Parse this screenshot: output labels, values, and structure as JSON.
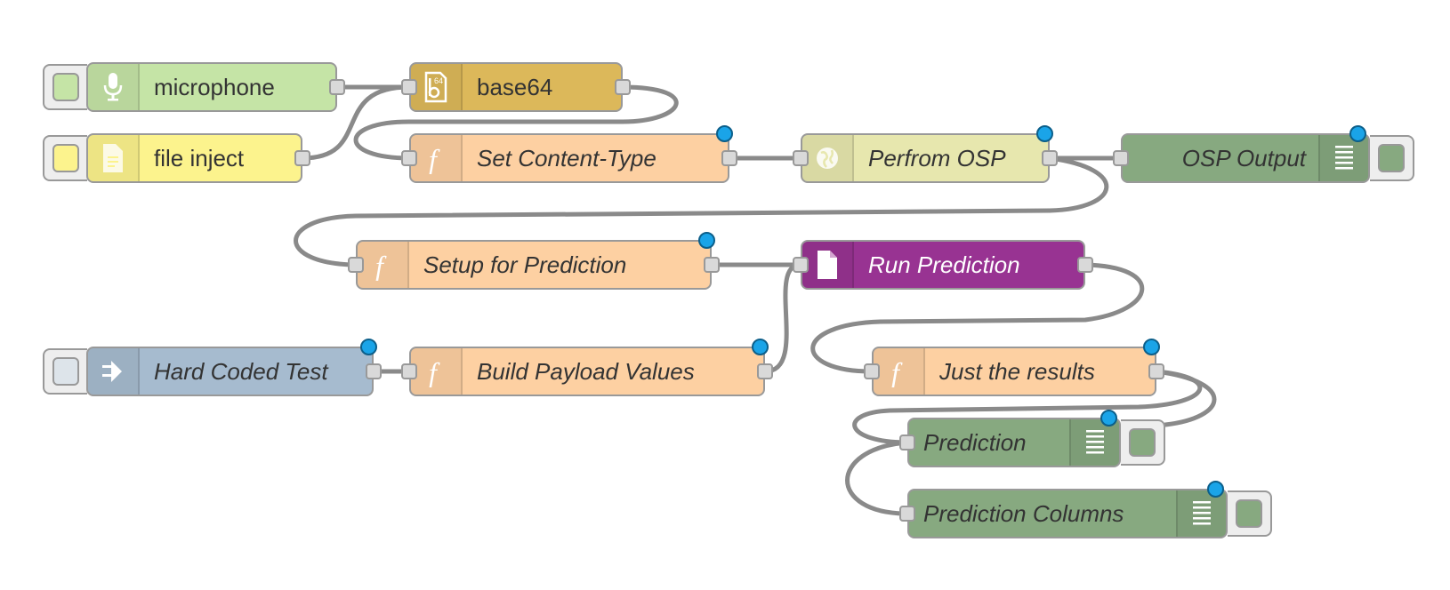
{
  "colors": {
    "microphone": "#c5e4a6",
    "file_inject": "#fcf38d",
    "base64": "#dcb85a",
    "function": "#fdd0a2",
    "http": "#e7e7ae",
    "debug": "#87a980",
    "run_prediction": "#983392",
    "inject_grey": "#a6bbcf",
    "wire": "#8a8a8a",
    "status": "#1aa4e8"
  },
  "nodes": {
    "microphone": {
      "label": "microphone",
      "icon": "microphone-icon"
    },
    "file_inject": {
      "label": "file inject",
      "icon": "file-icon"
    },
    "base64": {
      "label": "base64",
      "icon": "base64-icon"
    },
    "set_content_type": {
      "label": "Set Content-Type",
      "icon": "function-icon"
    },
    "perform_osp": {
      "label": "Perfrom OSP",
      "icon": "globe-icon"
    },
    "osp_output": {
      "label": "OSP Output",
      "icon": "debug-list-icon"
    },
    "setup_prediction": {
      "label": "Setup for Prediction",
      "icon": "function-icon"
    },
    "run_prediction": {
      "label": "Run Prediction",
      "icon": "document-icon"
    },
    "hard_coded_test": {
      "label": "Hard Coded Test",
      "icon": "arrow-in-icon"
    },
    "build_payload": {
      "label": "Build Payload Values",
      "icon": "function-icon"
    },
    "just_results": {
      "label": "Just the results",
      "icon": "function-icon"
    },
    "prediction": {
      "label": "Prediction",
      "icon": "debug-list-icon"
    },
    "prediction_columns": {
      "label": "Prediction Columns",
      "icon": "debug-list-icon"
    }
  }
}
